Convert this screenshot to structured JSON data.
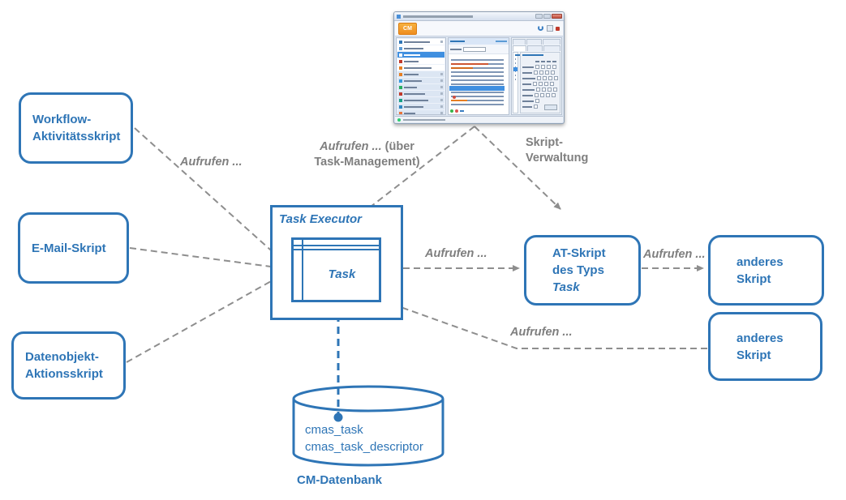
{
  "diagram": {
    "colors": {
      "node_blue": "#2e75b6",
      "label_gray": "#7f7f7f",
      "connector_gray": "#8e8e8e"
    },
    "nodes": {
      "workflow_script": "Workflow-\nAktivitätsskript",
      "email_script": "E-Mail-Skript",
      "dataobject_script": "Datenobjekt-\nAktionsskript",
      "task_executor": "Task Executor",
      "task": "Task",
      "at_script": {
        "line1": "AT-Skript",
        "line2": "des Typs",
        "line3": "Task"
      },
      "other_script_top": "anderes\nSkript",
      "other_script_bottom": "anderes\nSkript",
      "database_tables": "cmas_task\ncmas_task_descriptor",
      "database_caption": "CM-Datenbank"
    },
    "edge_labels": {
      "workflow_to_task": "Aufrufen ...",
      "admin_to_task_italic": "Aufrufen ...",
      "admin_to_task_rest": " (über",
      "admin_to_task_line2": "Task-Management)",
      "admin_to_script": "Skript-\nVerwaltung",
      "task_to_at": "Aufrufen ...",
      "at_to_other": "Aufrufen ...",
      "other_to_task": "Aufrufen ..."
    }
  },
  "admin_tool_screenshot": {
    "logo_text": "CM"
  }
}
